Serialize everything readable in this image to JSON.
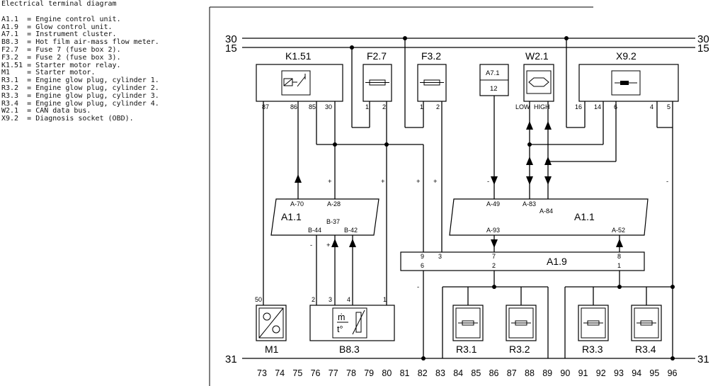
{
  "legend": {
    "title": "Electrical terminal diagram",
    "items": [
      {
        "code": "A1.1",
        "desc": "Engine control unit."
      },
      {
        "code": "A1.9",
        "desc": "Glow control unit."
      },
      {
        "code": "A7.1",
        "desc": "Instrument cluster."
      },
      {
        "code": "B8.3",
        "desc": "Hot film air-mass flow meter."
      },
      {
        "code": "F2.7",
        "desc": "Fuse 7 (fuse box 2)."
      },
      {
        "code": "F3.2",
        "desc": "Fuse 2 (fuse box 3)."
      },
      {
        "code": "K1.51",
        "desc": "Starter motor relay."
      },
      {
        "code": "M1",
        "desc": "Starter motor."
      },
      {
        "code": "R3.1",
        "desc": "Engine glow plug, cylinder 1."
      },
      {
        "code": "R3.2",
        "desc": "Engine glow plug, cylinder 2."
      },
      {
        "code": "R3.3",
        "desc": "Engine glow plug, cylinder 3."
      },
      {
        "code": "R3.4",
        "desc": "Engine glow plug, cylinder 4."
      },
      {
        "code": "W2.1",
        "desc": "CAN data bus."
      },
      {
        "code": "X9.2",
        "desc": "Diagnosis socket (OBD)."
      }
    ]
  },
  "rails": {
    "r30": "30",
    "r15": "15",
    "r31": "31"
  },
  "components": {
    "k151": {
      "name": "K1.51",
      "pins": [
        "87",
        "86",
        "85",
        "30"
      ]
    },
    "f27": {
      "name": "F2.7",
      "pins": [
        "1",
        "2"
      ]
    },
    "f32": {
      "name": "F3.2",
      "pins": [
        "1",
        "2"
      ]
    },
    "a71": {
      "name": "A7.1",
      "pin": "12"
    },
    "w21": {
      "name": "W2.1",
      "pins": [
        "LOW",
        "HIGH"
      ]
    },
    "x92": {
      "name": "X9.2",
      "pins": [
        "16",
        "14",
        "6",
        "4",
        "5"
      ]
    },
    "a11_left": {
      "name": "A1.1",
      "pins": [
        "A-70",
        "A-28",
        "B-37",
        "B-44",
        "B-42"
      ]
    },
    "a11_right": {
      "name": "A1.1",
      "pins": [
        "A-49",
        "A-83",
        "A-84",
        "A-93",
        "A-52"
      ]
    },
    "a19": {
      "name": "A1.9",
      "top_pins": [
        "9",
        "3",
        "7",
        "8"
      ],
      "bottom_pins": [
        "6",
        "2",
        "1"
      ]
    },
    "m1": {
      "name": "M1",
      "pin": "50"
    },
    "b83": {
      "name": "B8.3",
      "pins": [
        "2",
        "3",
        "4",
        "1"
      ],
      "symbol": "ṁ\nt°"
    },
    "r31": {
      "name": "R3.1"
    },
    "r32": {
      "name": "R3.2"
    },
    "r33": {
      "name": "R3.3"
    },
    "r34": {
      "name": "R3.4"
    }
  },
  "polarity": {
    "plus": "+",
    "minus": "-"
  },
  "track_numbers": [
    "73",
    "74",
    "75",
    "76",
    "77",
    "78",
    "79",
    "80",
    "81",
    "82",
    "83",
    "84",
    "85",
    "86",
    "87",
    "88",
    "89",
    "90",
    "91",
    "92",
    "93",
    "94",
    "95",
    "96"
  ],
  "icons": [
    "relay-coil-icon",
    "fuse-icon",
    "can-bus-icon",
    "diagnosis-socket-icon",
    "motor-icon",
    "mass-flow-sensor-icon",
    "glow-plug-icon",
    "arrow-up-icon",
    "arrow-down-icon",
    "junction-dot-icon"
  ]
}
